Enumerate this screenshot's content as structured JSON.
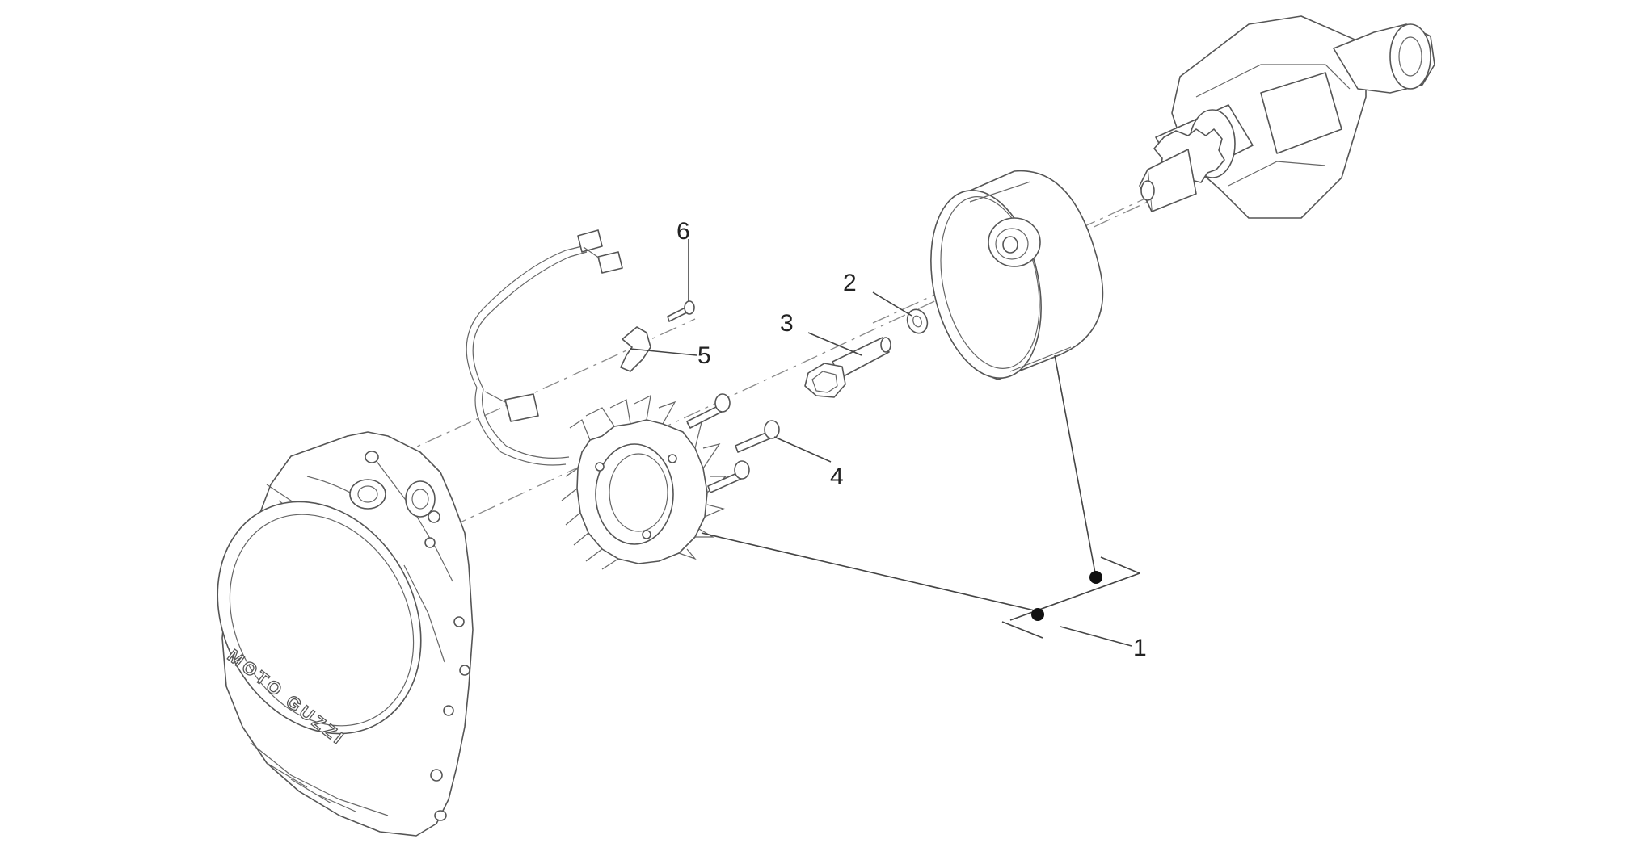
{
  "cover": {
    "brand": "MOTO GUZZI"
  },
  "callouts": [
    {
      "id": "1",
      "label": "1"
    },
    {
      "id": "2",
      "label": "2"
    },
    {
      "id": "3",
      "label": "3"
    },
    {
      "id": "4",
      "label": "4"
    },
    {
      "id": "5",
      "label": "5"
    },
    {
      "id": "6",
      "label": "6"
    }
  ],
  "colors": {
    "line": "#555555",
    "text": "#222222",
    "background": "#ffffff"
  }
}
